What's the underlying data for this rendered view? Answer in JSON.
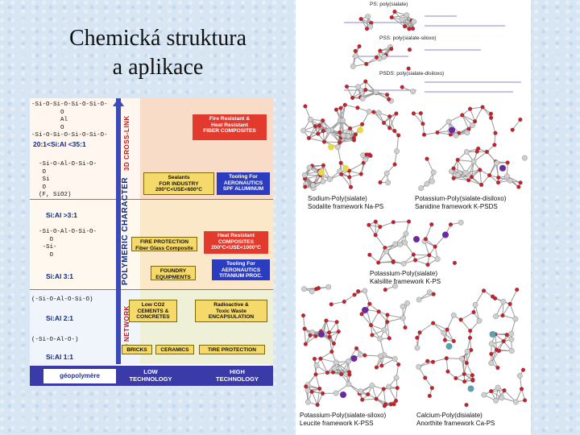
{
  "slide": {
    "title_line1": "Chemická struktura",
    "title_line2": "a aplikace"
  },
  "left_figure": {
    "structures": [
      {
        "formula": "-Si-O-Si-O-Si-O-Si-O-\n        O\n        Al\n        O\n-Si-O-Si-O-Si-O-Si-O-",
        "ratio": "20:1<Si:Al <35:1"
      },
      {
        "formula": "  -Si-O-Al-O-Si-O-\n   O\n   Si\n   O\n  (F, SiO2)",
        "ratio": "Si:Al >3:1"
      },
      {
        "formula": "  -Si-O-Al-O-Si-O-\n     O\n   -Si-\n     O",
        "ratio": "Si:Al 3:1"
      },
      {
        "formula": "(-Si-O-Al-O-Si-O)",
        "ratio": "Si:Al 2:1"
      },
      {
        "formula": "(-Si-O-Al-O-)",
        "ratio": "Si:Al 1:1"
      }
    ],
    "axis_labels": {
      "cross_link": "3D CROSS-LINK",
      "polymeric": "POLYMERIC CHARACTER",
      "network": "3D NETWORK"
    },
    "boxes": {
      "fire_resistant": "Fire Resistant &\nHeat Resistant\nFIBER COMPOSITES",
      "sealants": "Sealants\nFOR INDUSTRY\n200°C<USE<600°C",
      "tooling_aero": "Tooling For\nAERONAUTICS\nSPF ALUMINUM",
      "fire_protection": "FIRE PROTECTION\nFiber Glass Composite",
      "heat_resistant": "Heat Resistant\nCOMPOSITES\n200°C<USE<1000°C",
      "foundry": "FOUNDRY\nEQUIPMENTS",
      "tooling_titanium": "Tooling For\nAERONAUTICS\nTITANIUM PROC.",
      "low_co2": "Low CO2\nCEMENTS &\nCONCRETES",
      "radioactive": "Radioactive &\nToxic Waste\nENCAPSULATION",
      "bricks": "BRICKS",
      "ceramics": "CERAMICS",
      "tire": "TIRE PROTECTION"
    },
    "logo": "géopolymère",
    "low_tech": "LOW\nTECHNOLOGY",
    "high_tech": "HIGH\nTECHNOLOGY"
  },
  "right_figure": {
    "top_labels": {
      "ps": "PS: poly(sialate)",
      "psds": "PSDS: poly(sialate-disiloxo)",
      "pss": "PSS: poly(sialate-siloxo)"
    },
    "captions": {
      "sodalite": "Sodium-Poly(sialate)\nSodalite framework  Na-PS",
      "sanidine": "Potassium-Poly(sialate-disiloxo)\nSanidine framework  K-PSDS",
      "kalsilite": "Potassium-Poly(sialate)\nKalsilite framework  K-PS",
      "leucite": "Potassium-Poly(sialate-siloxo)\nLeucite framework  K-PSS",
      "anorthite": "Calcium-Poly(disialate)\nAnorthite framework  Ca-PS"
    },
    "colors": {
      "oxygen": "#c8202a",
      "silicon": "#cfcfcf",
      "potassium": "#6a2aa0",
      "sodium": "#e8d84a",
      "calcium": "#5fa0b0"
    }
  }
}
